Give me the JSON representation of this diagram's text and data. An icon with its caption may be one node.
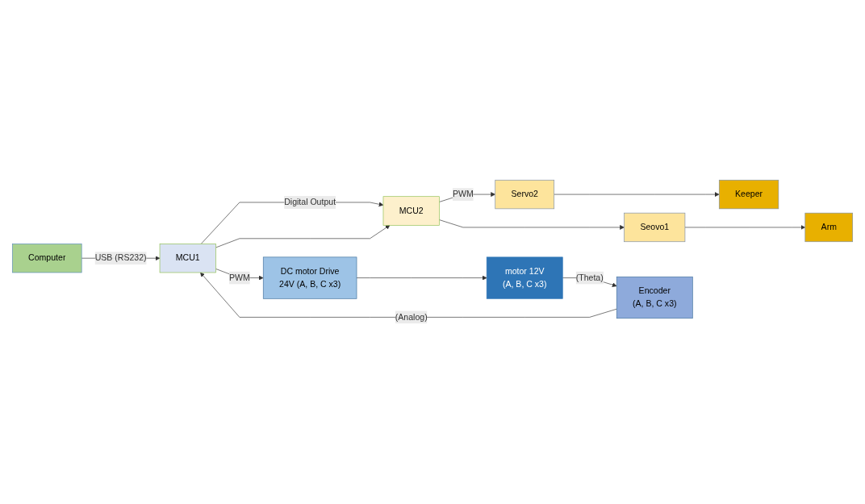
{
  "diagram": {
    "nodes": [
      {
        "text": [
          "MCU2"
        ]
      },
      {
        "text": [
          "Servo2"
        ]
      },
      {
        "text": [
          "Keeper"
        ]
      },
      {
        "text": [
          "Seovo1"
        ]
      },
      {
        "text": [
          "Arm"
        ]
      },
      {
        "text": [
          "Computer"
        ]
      },
      {
        "text": [
          "MCU1"
        ]
      },
      {
        "text": [
          "DC motor Drive",
          "24V (A, B, C x3)"
        ]
      },
      {
        "text": [
          "motor 12V",
          "(A, B, C x3)"
        ]
      },
      {
        "text": [
          "Encoder",
          "(A, B, C x3)"
        ]
      }
    ],
    "edges": [
      {
        "from": 0,
        "to": 1,
        "arrow": "to",
        "label": "PWM"
      },
      {
        "from": 0,
        "to": 3,
        "arrow": "to"
      },
      {
        "from": 1,
        "to": 2,
        "arrow": "to"
      },
      {
        "from": 3,
        "to": 4,
        "arrow": "to"
      },
      {
        "from": 5,
        "to": 6,
        "arrow": "to",
        "label": "USB (RS232)"
      },
      {
        "from": 6,
        "to": 0,
        "arrow": "to",
        "label": "Digital Output"
      },
      {
        "from": 6,
        "to": 0,
        "arrow": "to"
      },
      {
        "from": 6,
        "to": 7,
        "arrow": "to",
        "label": "PWM"
      },
      {
        "from": 7,
        "to": 8,
        "arrow": "to"
      },
      {
        "from": 8,
        "to": 9,
        "arrow": "to",
        "label": "(Theta)"
      },
      {
        "from": 9,
        "to": 6,
        "arrow": "to",
        "label": "(Analog)"
      }
    ]
  }
}
